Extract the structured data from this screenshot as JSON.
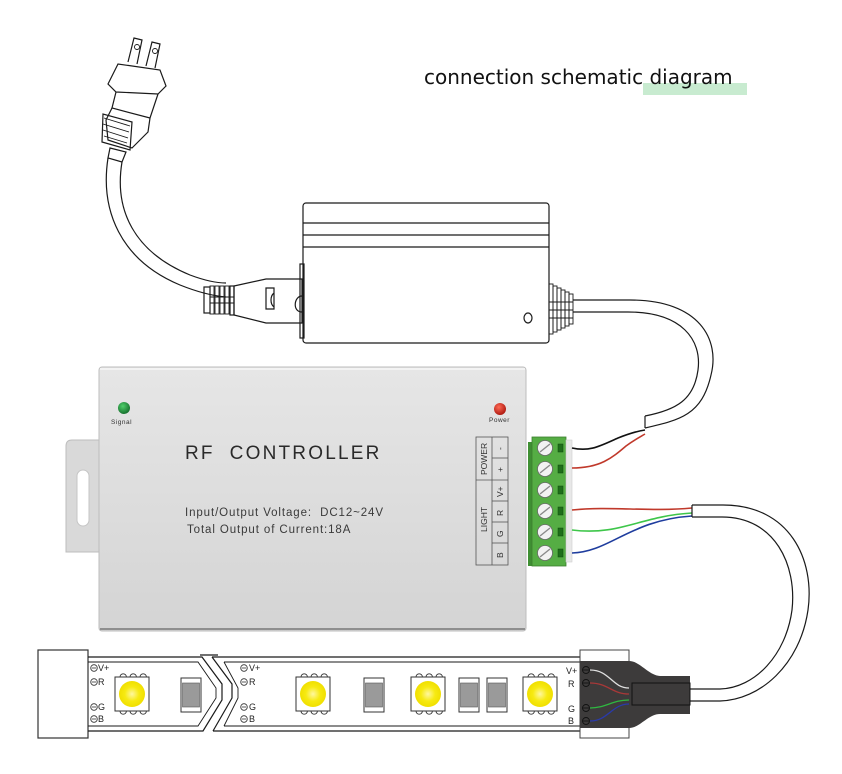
{
  "title": "connection schematic diagram",
  "colors": {
    "title_highlight": "#c8ebd0",
    "controller_body": "#dcdcdc",
    "terminal_block": "#4fa83e",
    "signal_led": "#1e8a3a",
    "power_led": "#c8281e",
    "wire_black": "#111111",
    "wire_red": "#c0392b",
    "wire_green": "#3ec64a",
    "wire_blue": "#1f3d9e",
    "wire_white": "#e0e0e0",
    "led_chip": "#f6e600",
    "resistor": "#9a9a9a",
    "connector_dark": "#3d3b3b"
  },
  "power_adapter": {
    "plug_icon": "ac-plug-icon"
  },
  "controller": {
    "title": "RF  CONTROLLER",
    "spec_voltage": "Input/Output Voltage:  DC12~24V",
    "spec_current": "Total Output of Current:18A",
    "signal_label": "Signal",
    "power_label": "Power",
    "terminal_groups": {
      "power": "POWER",
      "light": "LIGHT"
    },
    "terminals": [
      "-",
      "+",
      "V+",
      "R",
      "G",
      "B"
    ]
  },
  "led_strip": {
    "segment_labels": [
      "V+",
      "R",
      "G",
      "B"
    ],
    "end_labels": [
      "V+",
      "R",
      "G",
      "B"
    ]
  }
}
